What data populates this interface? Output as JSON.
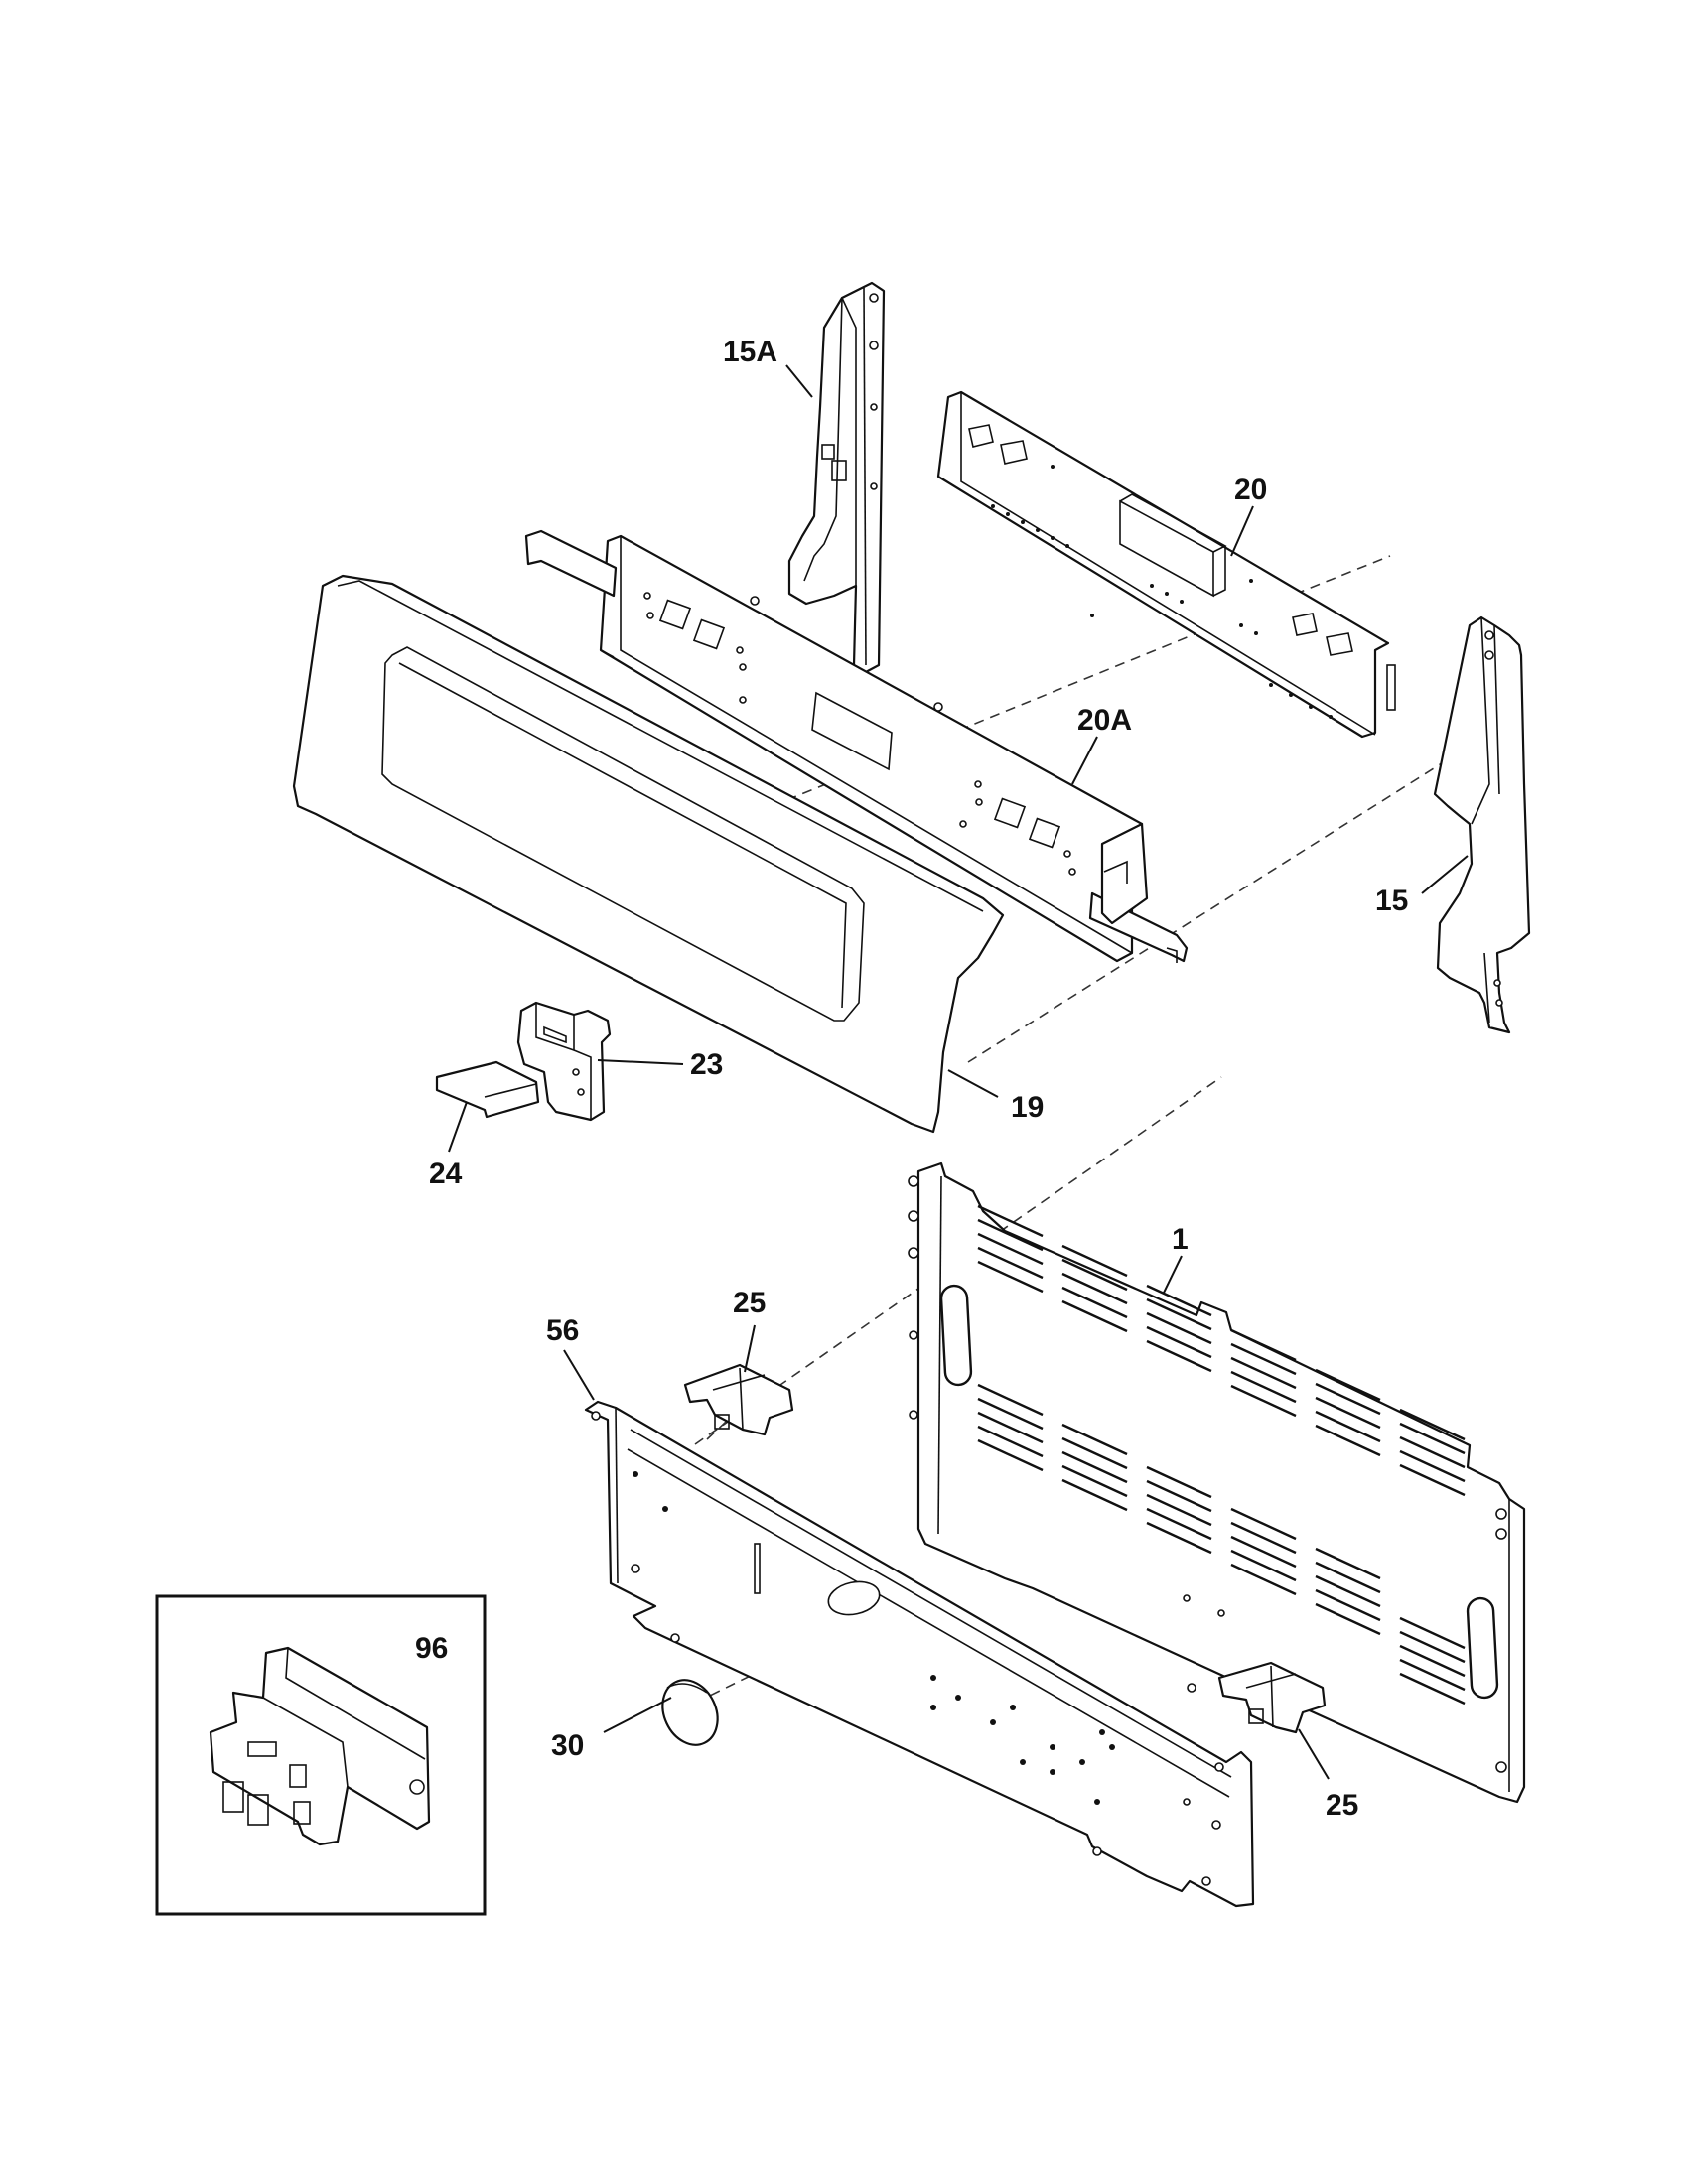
{
  "diagram": {
    "callouts": {
      "c15A": "15A",
      "c20": "20",
      "c20A": "20A",
      "c15": "15",
      "c19": "19",
      "c23": "23",
      "c24": "24",
      "c1": "1",
      "c25_top": "25",
      "c56": "56",
      "c96": "96",
      "c30": "30",
      "c25_bottom": "25"
    },
    "parts": [
      "end-trim-left-15A",
      "control-board-20",
      "control-panel-frame-20A",
      "end-trim-right-15",
      "control-panel-19",
      "bracket-23",
      "tab-24",
      "back-panel-1",
      "clip-25-top",
      "backguard-56",
      "plug-30",
      "clip-25-bottom",
      "relay-96"
    ]
  }
}
